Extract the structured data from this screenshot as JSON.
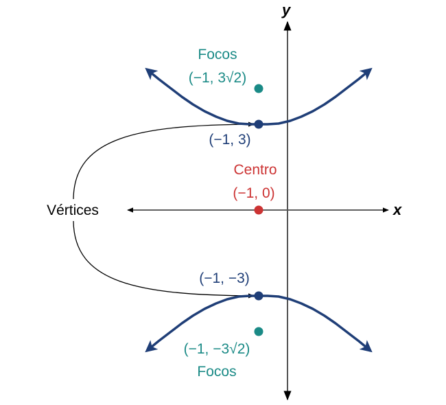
{
  "figure": {
    "description": "Hyperbola centered at (-1, 0) with vertical transverse axis",
    "colors": {
      "hyperbola": "#1f3e77",
      "foci": "#1a8a86",
      "center": "#cc3333",
      "vertices_label": "#1f3e77",
      "axes": "#555555",
      "annotation": "#000000"
    },
    "axes": {
      "x_label": "x",
      "y_label": "y"
    },
    "labels": {
      "foci_top_title": "Focos",
      "foci_top_coord": "(−1, 3√2)",
      "vertex_top": "(−1, 3)",
      "center_title": "Centro",
      "center_coord": "(−1, 0)",
      "vertices": "Vértices",
      "vertex_bottom": "(−1, −3)",
      "foci_bottom_coord": "(−1, −3√2)",
      "foci_bottom_title": "Focos"
    },
    "points": {
      "center": [
        -1,
        0
      ],
      "vertex_top": [
        -1,
        3
      ],
      "vertex_bottom": [
        -1,
        -3
      ],
      "focus_top": [
        -1,
        4.243
      ],
      "focus_bottom": [
        -1,
        -4.243
      ]
    }
  }
}
